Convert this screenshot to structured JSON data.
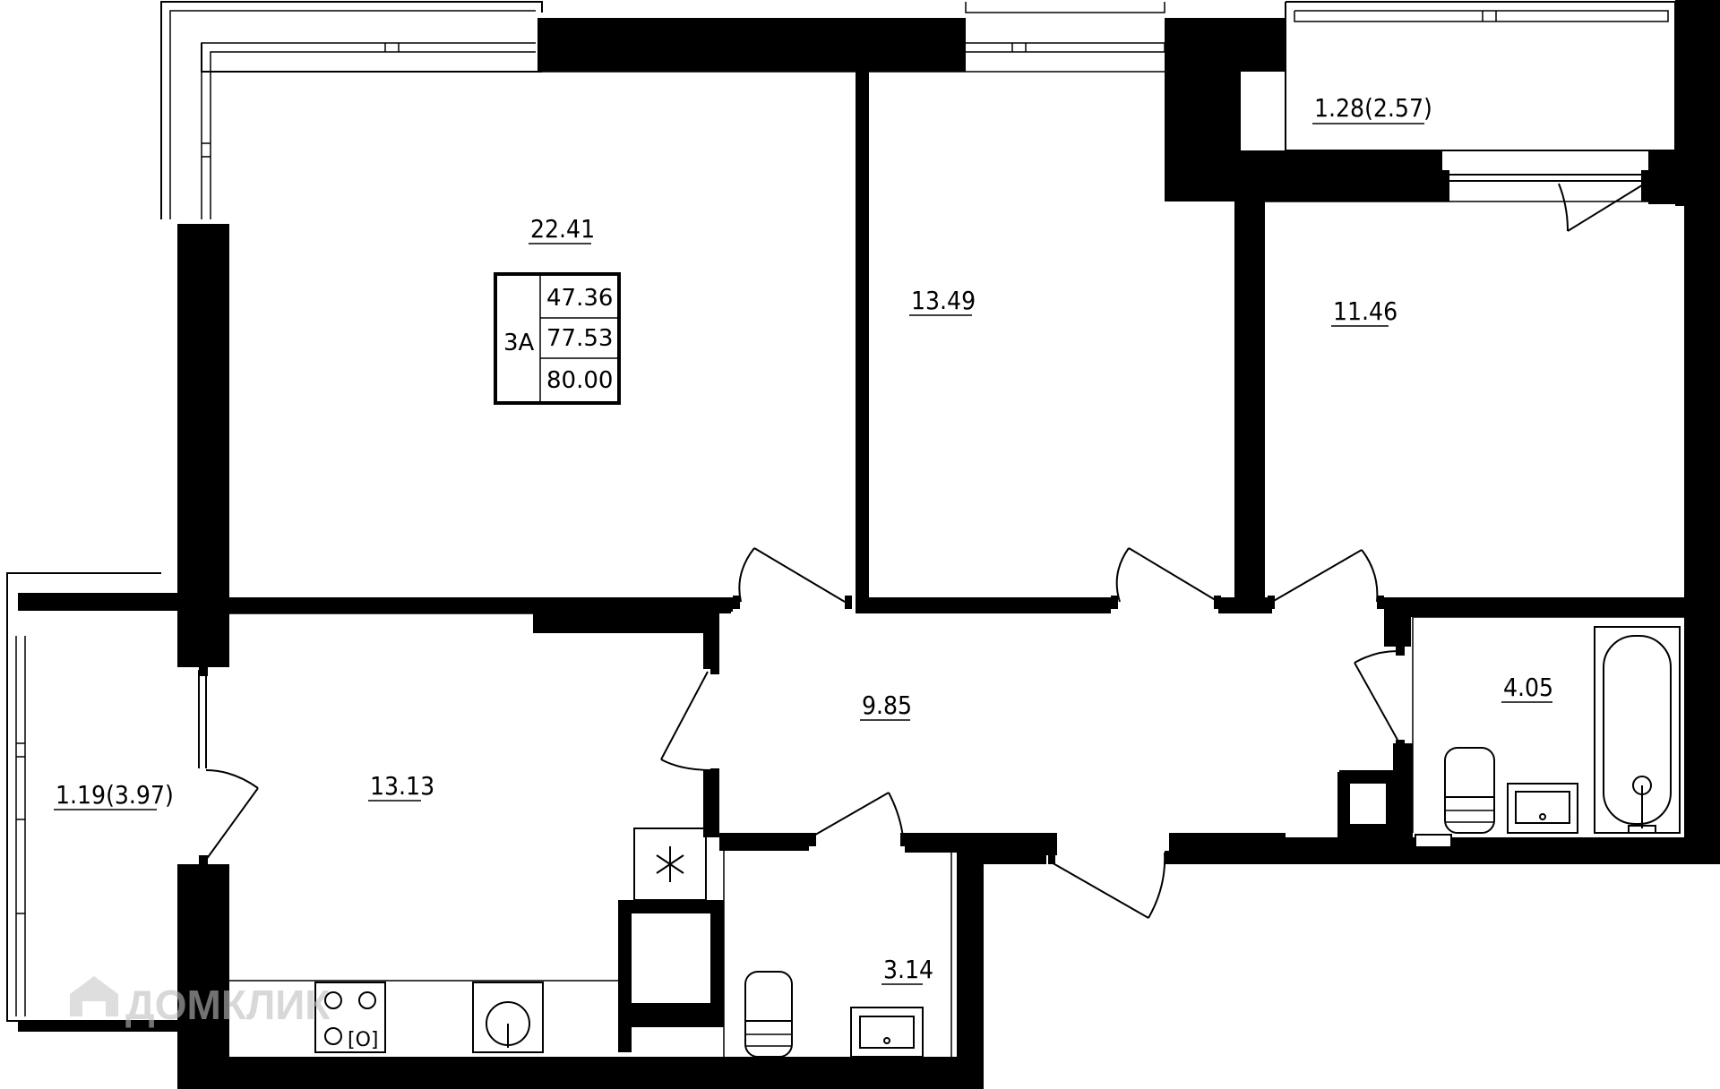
{
  "unit_summary": {
    "label": "3А",
    "living_area": "47.36",
    "total_area": "77.53",
    "area_with_balconies": "80.00"
  },
  "rooms": {
    "living_room": "22.41",
    "bedroom_center": "13.49",
    "bedroom_right": "11.46",
    "balcony_top": "1.28(2.57)",
    "balcony_left": "1.19(3.97)",
    "kitchen": "13.13",
    "hallway": "9.85",
    "bathroom": "4.05",
    "toilet": "3.14"
  },
  "watermark": {
    "text": "ДОМКЛИК"
  }
}
